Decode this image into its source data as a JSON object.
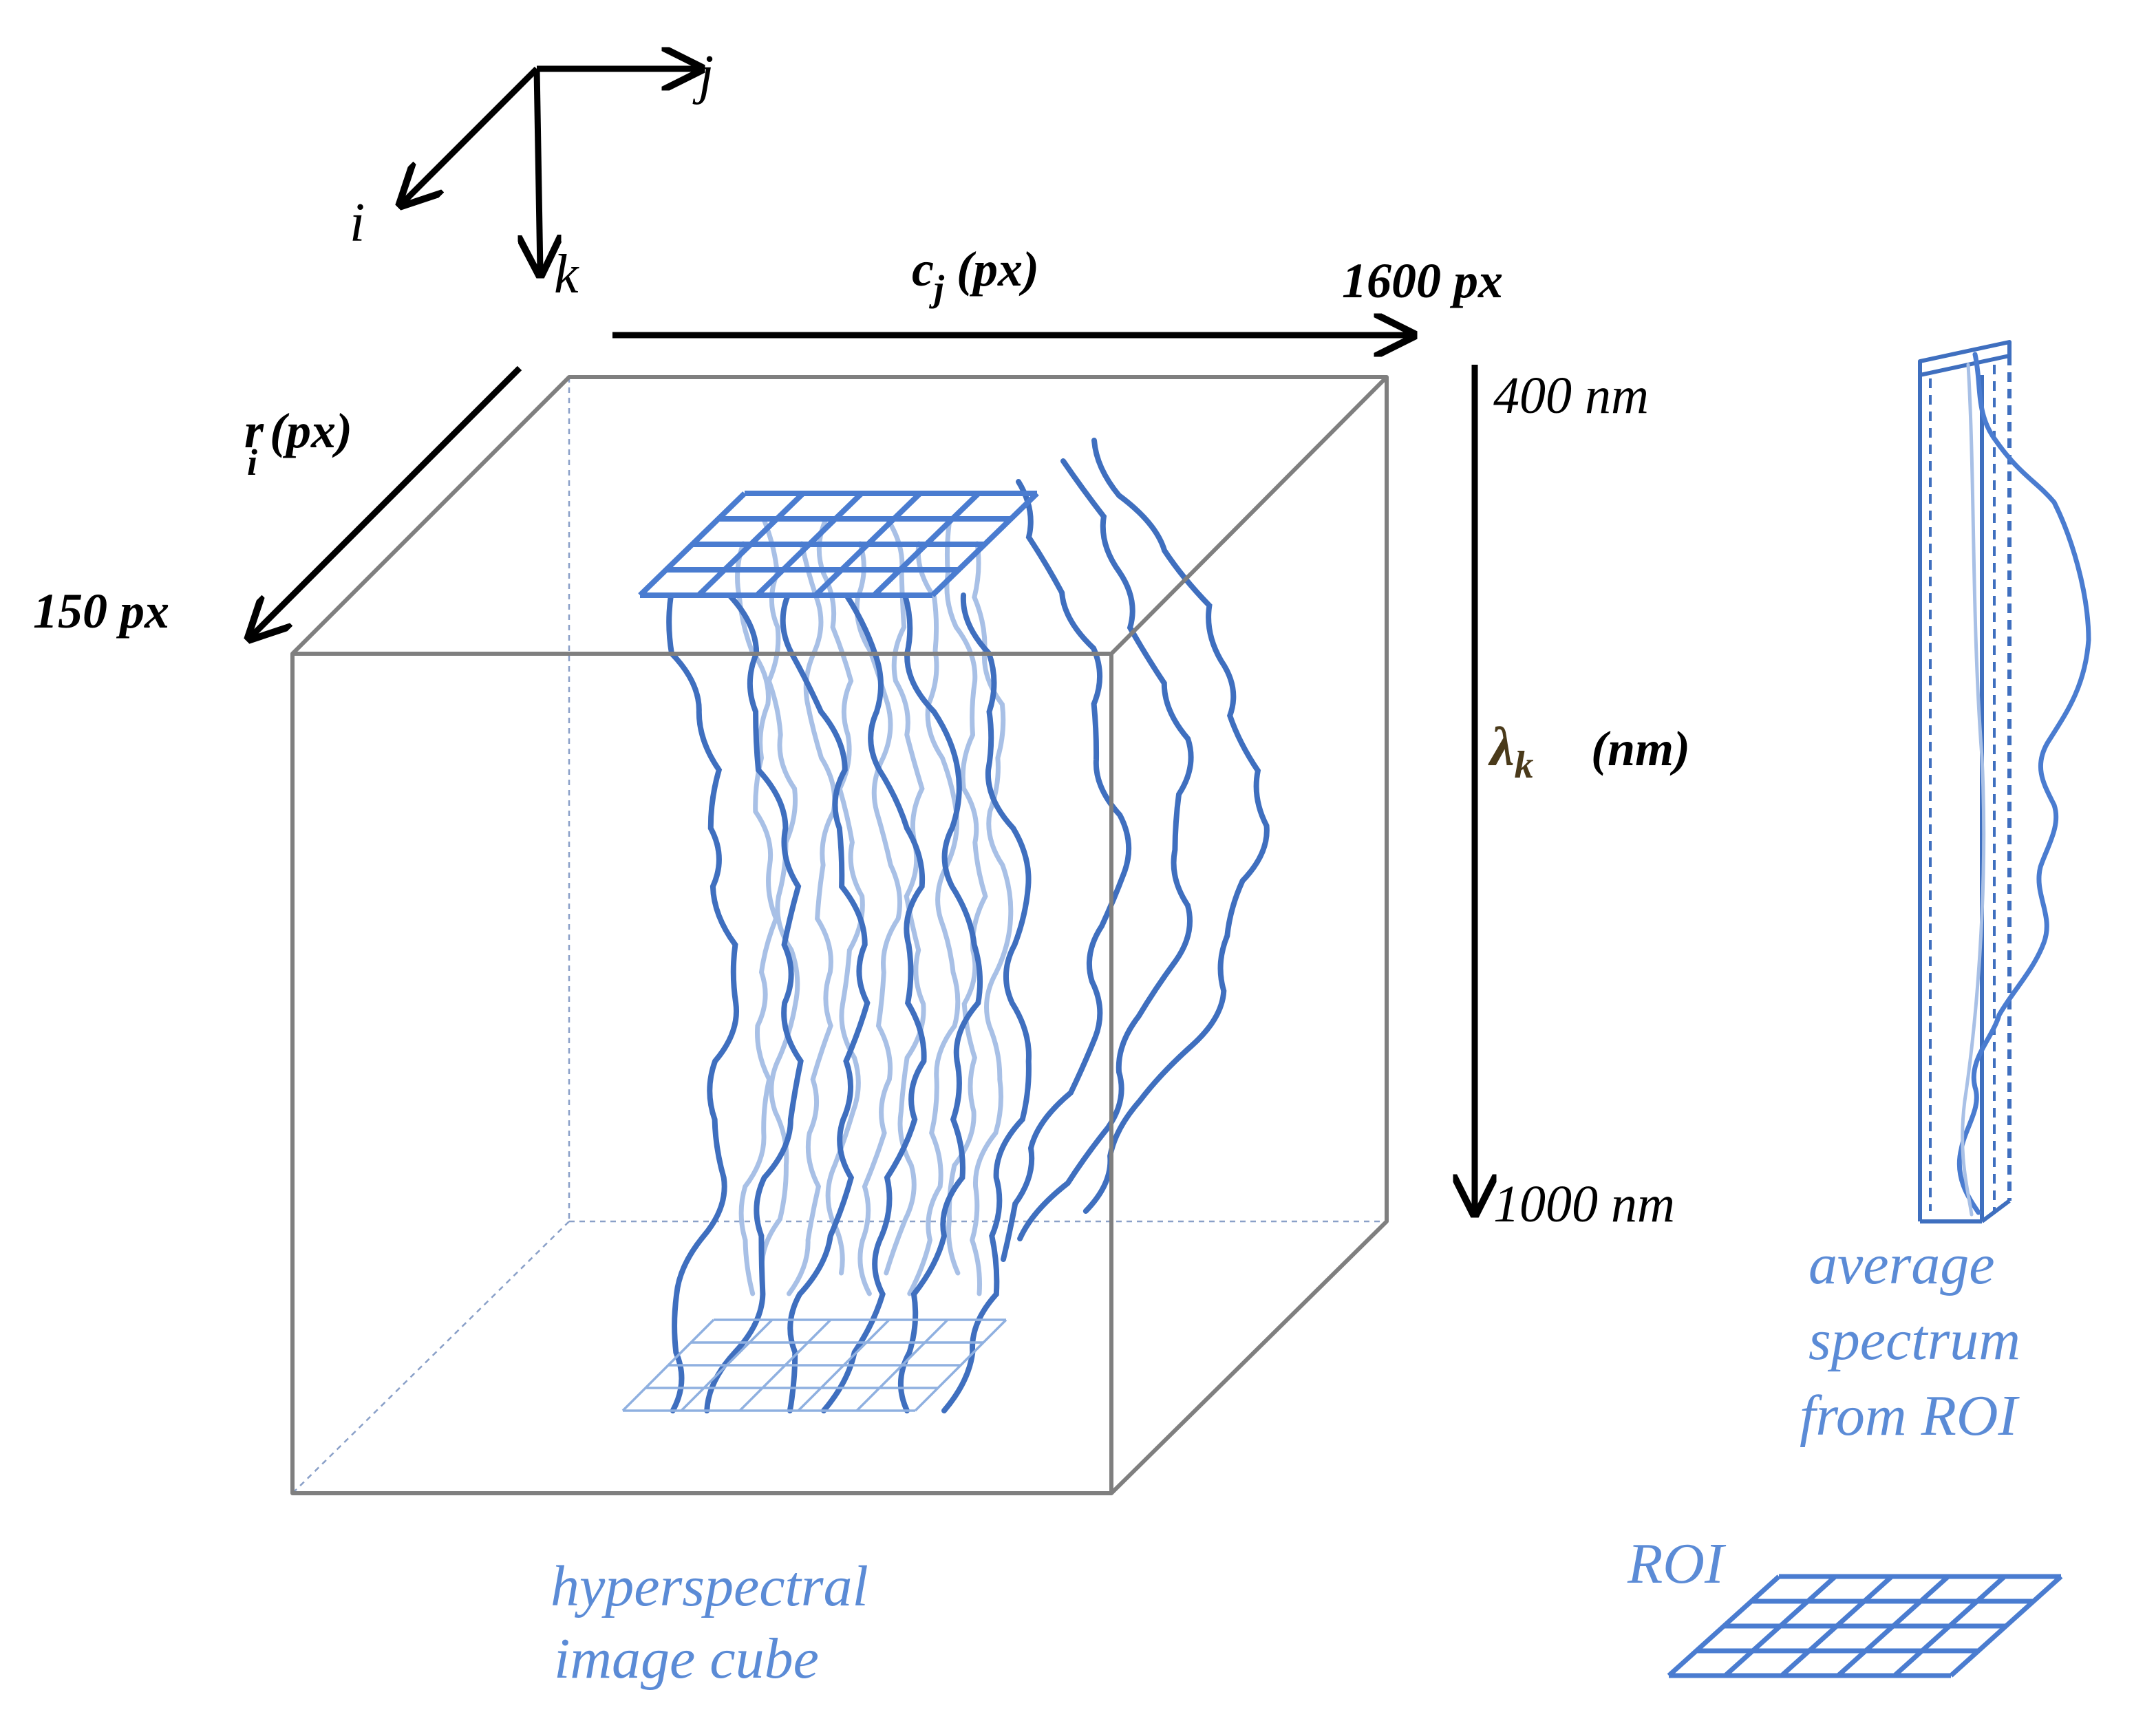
{
  "colors": {
    "cube_edge": "#7f7f7f",
    "arrow": "#000000",
    "spectrum_dark": "#3f6fbf",
    "spectrum_light": "#a8c0e6",
    "label_blue": "#5b8bd6",
    "nm_label": "#2e4f8c"
  },
  "axes_triad": {
    "i": "i",
    "j": "j",
    "k": "k"
  },
  "dimensions": {
    "column_axis_label": "c",
    "column_axis_sub": "j",
    "column_axis_unit": " (px)",
    "column_axis_max": "1600 px",
    "row_axis_label": "r",
    "row_axis_sub": "i",
    "row_axis_unit": " (px)",
    "row_axis_max": "150 px",
    "wavelength_axis_symbol": "λ",
    "wavelength_axis_sub": "k",
    "wavelength_axis_unit": "(nm)",
    "wavelength_start": "400 nm",
    "wavelength_end": "1000 nm"
  },
  "labels": {
    "cube_line1": "hyperspectral",
    "cube_line2": "image cube",
    "spectrum_line1": "average",
    "spectrum_line2": "spectrum",
    "spectrum_line3": "from ROI",
    "roi": "ROI"
  }
}
